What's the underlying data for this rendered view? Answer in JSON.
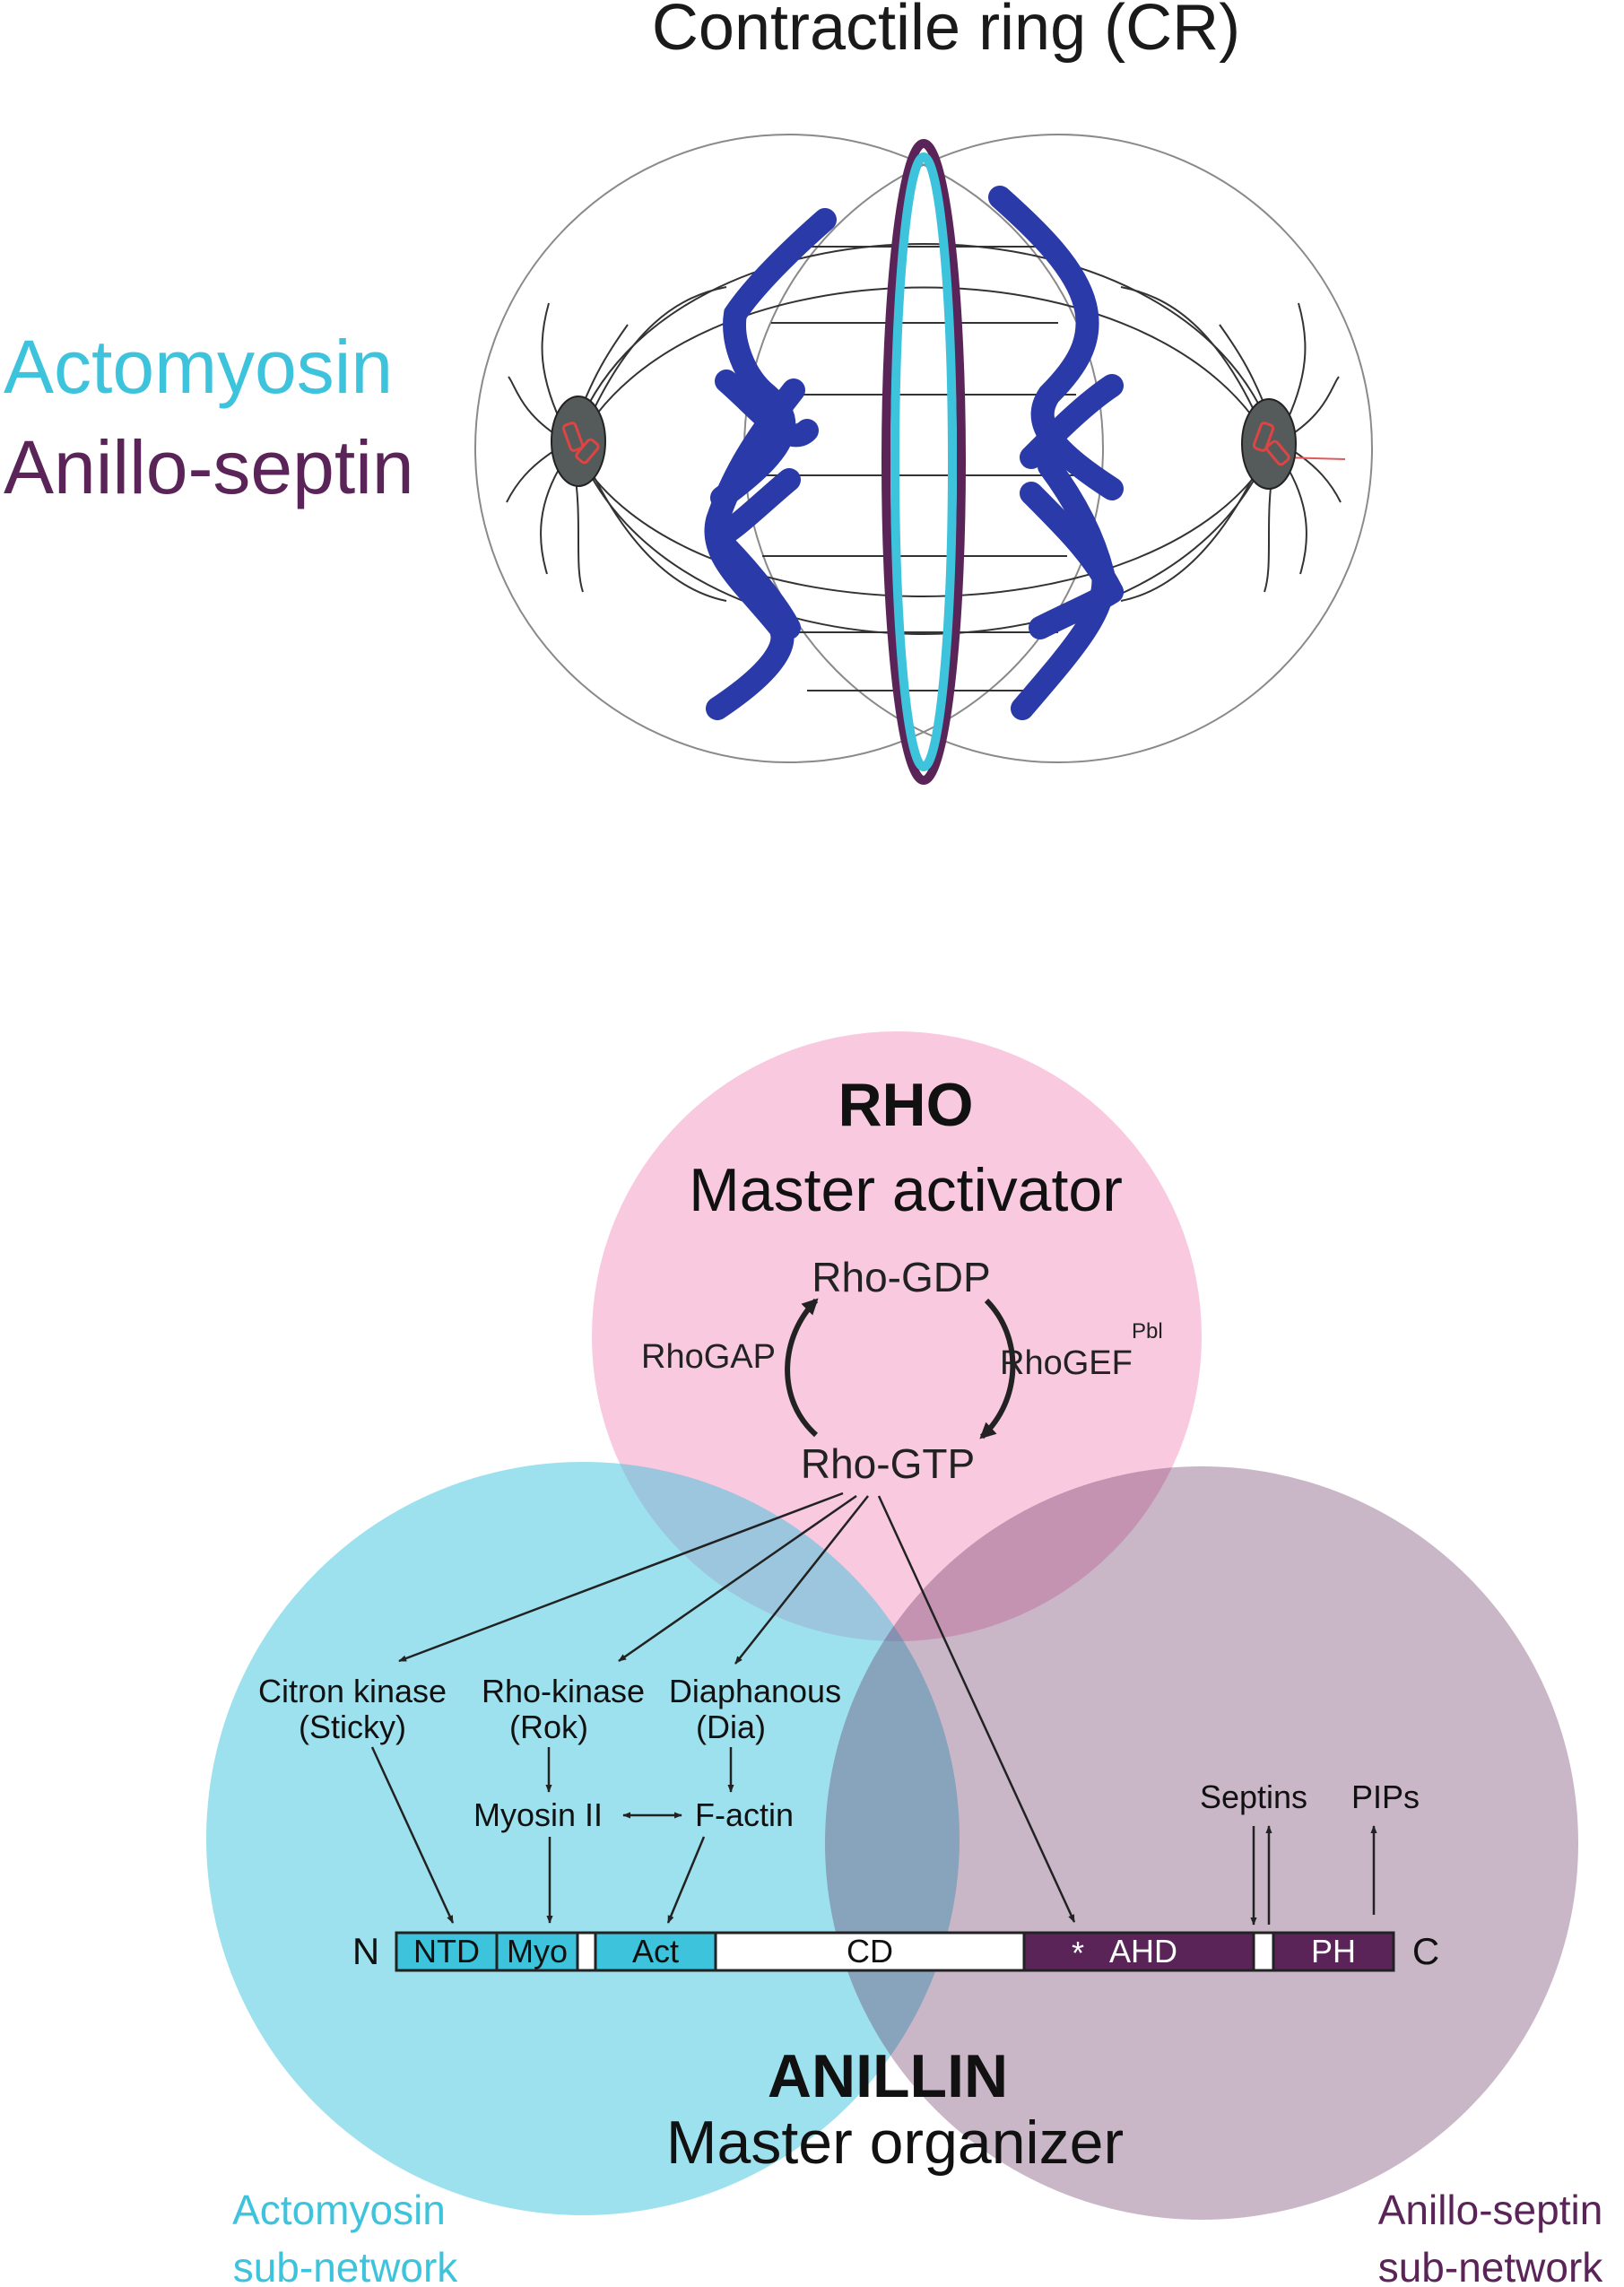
{
  "top": {
    "title": "Contractile ring (CR)",
    "legend_actomyosin": "Actomyosin",
    "legend_anillo_septin": "Anillo-septin"
  },
  "rho": {
    "title": "RHO",
    "subtitle": "Master activator",
    "rho_gdp": "Rho-GDP",
    "rho_gtp": "Rho-GTP",
    "rhogap": "RhoGAP",
    "rhogef": "RhoGEF",
    "rhogef_sup": "Pbl"
  },
  "effectors": {
    "citron_line1": "Citron kinase",
    "citron_line2": "(Sticky)",
    "rok_line1": "Rho-kinase",
    "rok_line2": "(Rok)",
    "dia_line1": "Diaphanous",
    "dia_line2": "(Dia)",
    "myosin": "Myosin II",
    "factin": "F-actin",
    "septins": "Septins",
    "pips": "PIPs"
  },
  "protein": {
    "n_term": "N",
    "c_term": "C",
    "domains": [
      "NTD",
      "Myo",
      "Act",
      "CD",
      "AHD",
      "PH"
    ],
    "asterisk": "*"
  },
  "anillin": {
    "title": "ANILLIN",
    "subtitle": "Master organizer"
  },
  "subnetworks": {
    "actomyosin_line1": "Actomyosin",
    "actomyosin_line2": "sub-network",
    "anillo_line1": "Anillo-septin",
    "anillo_line2": "sub-network"
  },
  "colors": {
    "actomyosin": "#3ec3dd",
    "anillo_septin": "#5a2458",
    "rho_pink": "#f7c3dc",
    "chromosome": "#2a3aa8",
    "centrosome": "#555b5a"
  }
}
